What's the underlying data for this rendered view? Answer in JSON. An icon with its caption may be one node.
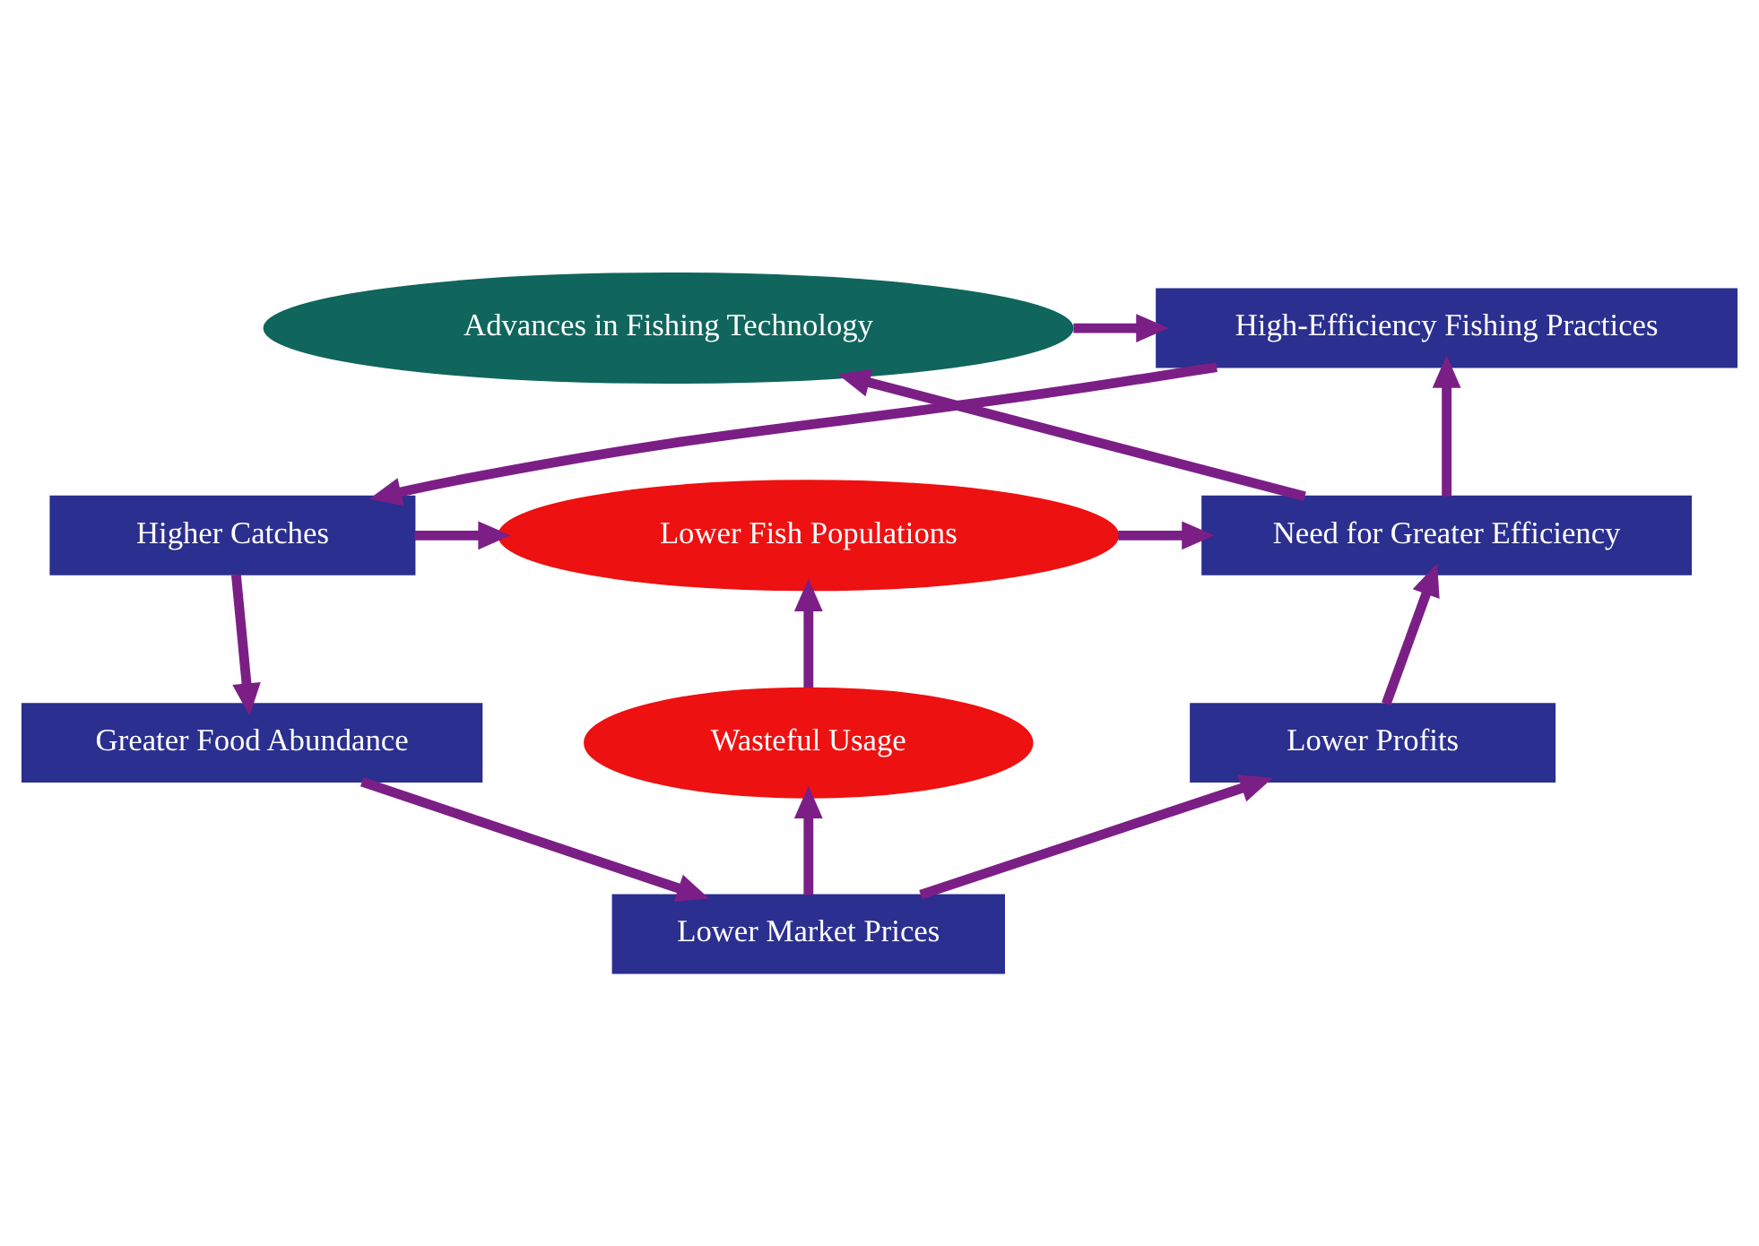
{
  "diagram": {
    "nodes": [
      {
        "text": [
          "Advances in Fishing Technology"
        ]
      },
      {
        "text": [
          "High-Efficiency Fishing Practices"
        ]
      },
      {
        "text": [
          "Need for Greater Efficiency"
        ]
      },
      {
        "text": [
          "Lower Fish Populations"
        ]
      },
      {
        "text": [
          "Higher Catches"
        ]
      },
      {
        "text": [
          "Wasteful Usage"
        ]
      },
      {
        "text": [
          "Lower Profits"
        ]
      },
      {
        "text": [
          "Greater Food Abundance"
        ]
      },
      {
        "text": [
          "Lower Market Prices"
        ]
      }
    ],
    "edges": [
      {
        "from": 0,
        "to": 1,
        "arrow": "to"
      },
      {
        "from": 1,
        "to": 4,
        "arrow": "to"
      },
      {
        "from": 4,
        "to": 7,
        "arrow": "to"
      },
      {
        "from": 7,
        "to": 8,
        "arrow": "to"
      },
      {
        "from": 8,
        "to": 6,
        "arrow": "to"
      },
      {
        "from": 8,
        "to": 5,
        "arrow": "to"
      },
      {
        "from": 5,
        "to": 3,
        "arrow": "to"
      },
      {
        "from": 4,
        "to": 3,
        "arrow": "to"
      },
      {
        "from": 3,
        "to": 2,
        "arrow": "to"
      },
      {
        "from": 6,
        "to": 2,
        "arrow": "to"
      },
      {
        "from": 2,
        "to": 1,
        "arrow": "to"
      },
      {
        "from": 2,
        "to": 0,
        "arrow": "to"
      }
    ]
  }
}
